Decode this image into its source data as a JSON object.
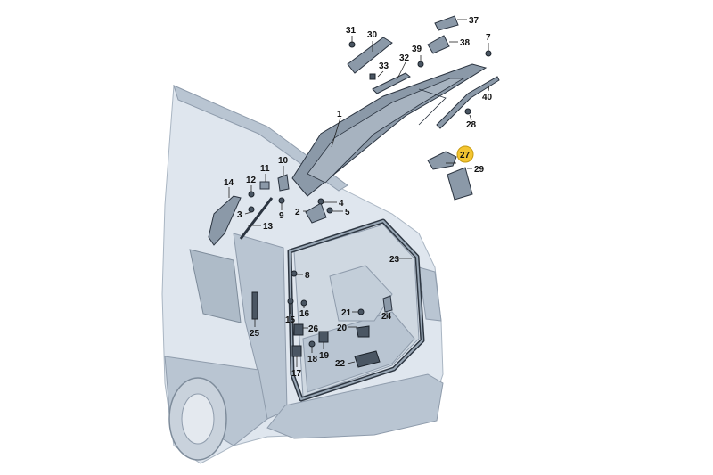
{
  "diagram": {
    "highlight_color": "#f4c531",
    "labels": {
      "p1": "1",
      "p2": "2",
      "p3": "3",
      "p4": "4",
      "p5": "5",
      "p7": "7",
      "p8": "8",
      "p9": "9",
      "p10": "10",
      "p11": "11",
      "p12": "12",
      "p13": "13",
      "p14": "14",
      "p15": "15",
      "p16": "16",
      "p17": "17",
      "p18": "18",
      "p19": "19",
      "p20": "20",
      "p21": "21",
      "p22": "22",
      "p23": "23",
      "p24": "24",
      "p25": "25",
      "p26": "26",
      "p27": "27",
      "p28": "28",
      "p29": "29",
      "p30": "30",
      "p31": "31",
      "p32": "32",
      "p33": "33",
      "p37": "37",
      "p38": "38",
      "p39": "39",
      "p40": "40"
    }
  }
}
